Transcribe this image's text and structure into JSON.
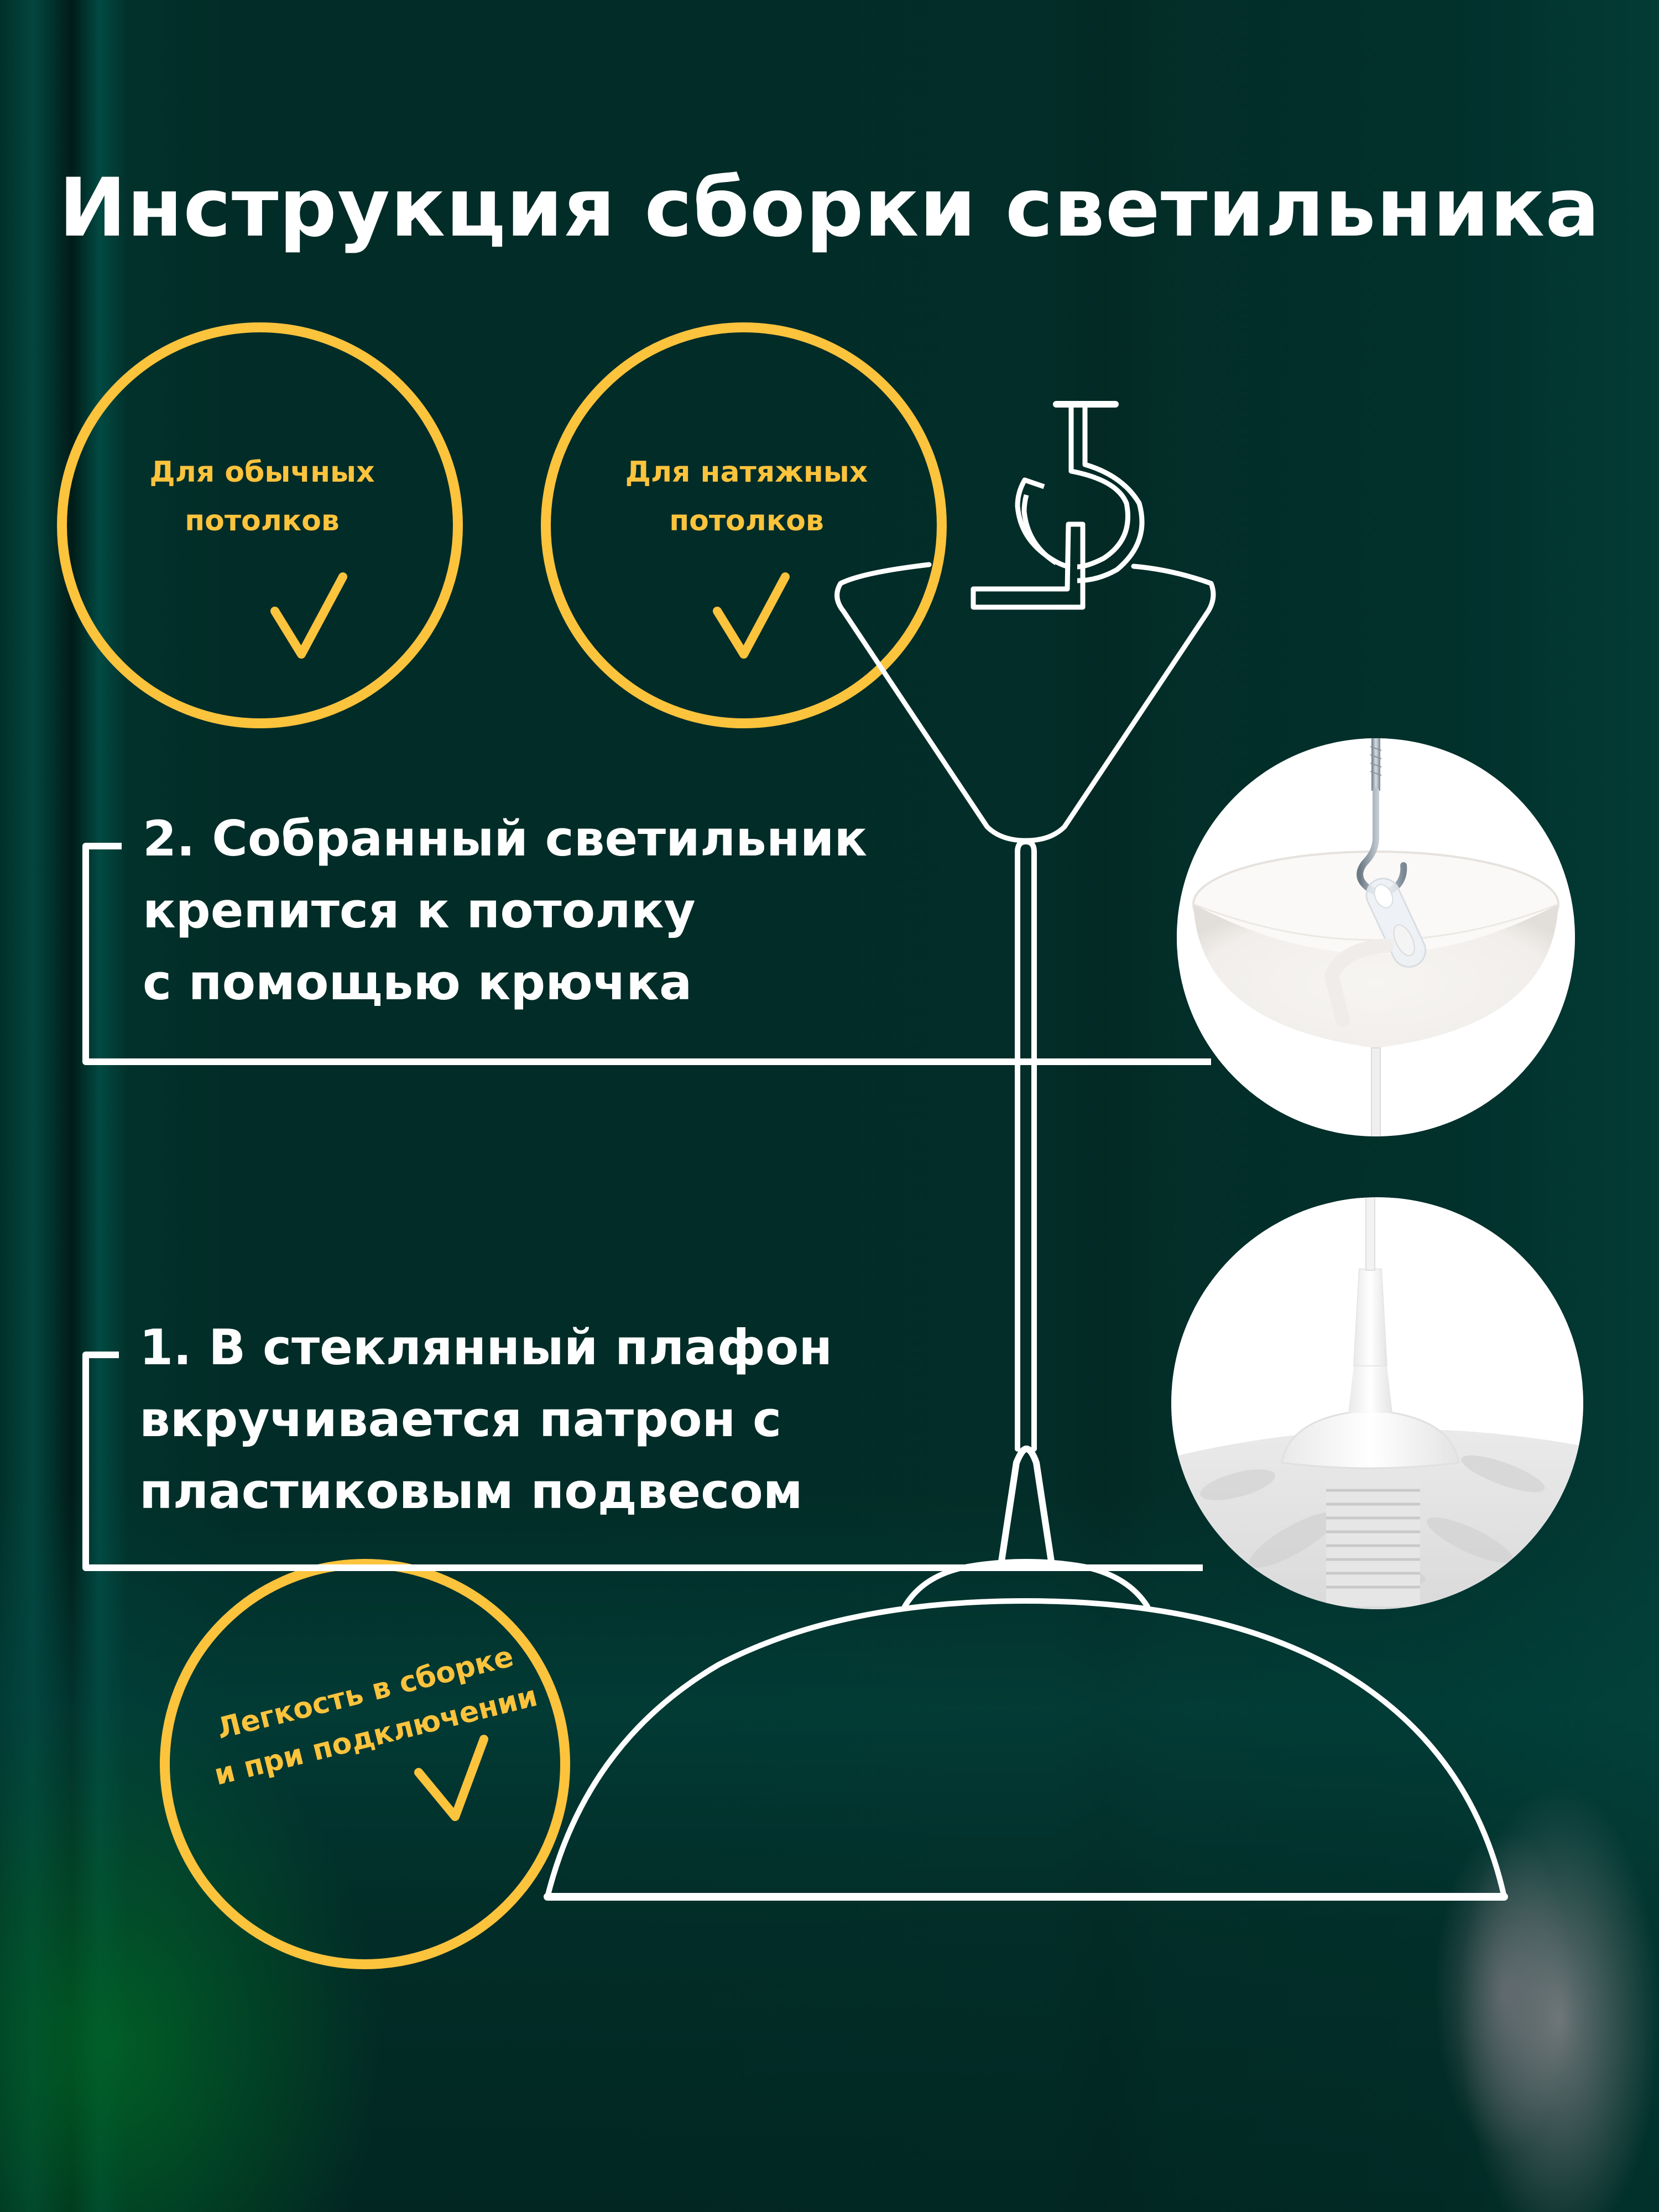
{
  "title": "Инструкция сборки светильника",
  "badges": [
    {
      "line1": "Для обычных",
      "line2": "потолков",
      "icon": "checkmark-icon"
    },
    {
      "line1": "Для натяжных",
      "line2": "потолков",
      "icon": "checkmark-icon"
    },
    {
      "line1": "Легкость в сборке",
      "line2": "и при подключении",
      "icon": "checkmark-icon"
    }
  ],
  "steps": [
    {
      "number": "2.",
      "lines": [
        "2. Собранный светильник",
        "крепится к потолку",
        "с помощью крючка"
      ]
    },
    {
      "number": "1.",
      "lines": [
        "1. В стеклянный плафон",
        "вкручивается патрон с",
        "пластиковым подвесом"
      ]
    }
  ],
  "photos": [
    {
      "subject": "ceiling-hook-with-canopy",
      "caption": ""
    },
    {
      "subject": "lamp-socket-with-plastic-hanger",
      "caption": ""
    }
  ],
  "colors": {
    "background": "#022c27",
    "accent_yellow": "#fcc33d",
    "line_white": "#ffffff"
  }
}
